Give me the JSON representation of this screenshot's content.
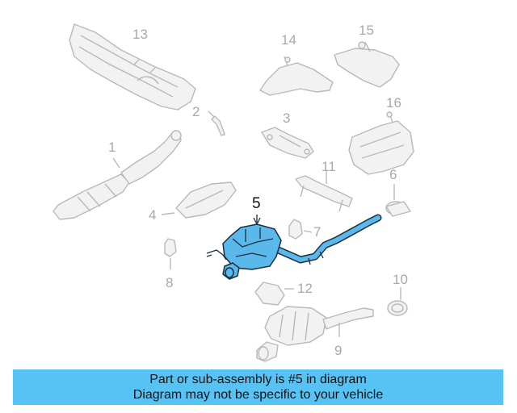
{
  "diagram": {
    "selected_part": "5",
    "callouts": {
      "c1": "1",
      "c2": "2",
      "c3": "3",
      "c4": "4",
      "c5": "5",
      "c6": "6",
      "c7": "7",
      "c8": "8",
      "c9": "9",
      "c10": "10",
      "c11": "11",
      "c12": "12",
      "c13": "13",
      "c14": "14",
      "c15": "15",
      "c16": "16"
    },
    "colors": {
      "highlight": "#5bb8ea",
      "ghost_stroke": "#b9b9b9",
      "banner": "#56c3f4"
    }
  },
  "banner": {
    "line1": "Part or sub-assembly is #5 in diagram",
    "line2": "Diagram may not be specific to your vehicle"
  }
}
